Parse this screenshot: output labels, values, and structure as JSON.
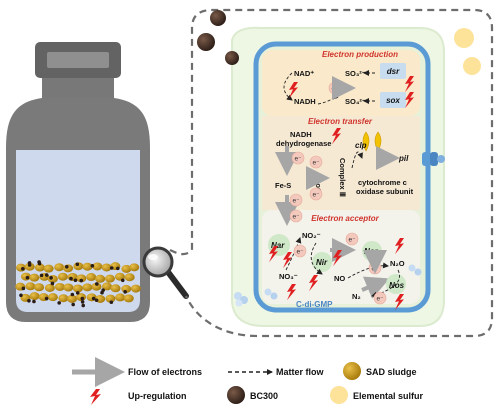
{
  "sections": {
    "production": "Electron production",
    "transfer": "Electron transfer",
    "acceptor": "Electron acceptor"
  },
  "production": {
    "nad_plus": "NAD⁺",
    "nadh": "NADH",
    "so3": "SO₃²⁻",
    "so4": "SO₄²⁻",
    "dsr": "dsr",
    "sox": "sox",
    "electron": "e⁻"
  },
  "transfer": {
    "nadh_dehydrogenase": [
      "NADH",
      "dehydrogenase"
    ],
    "fes": "Fe-S",
    "coq": "CoQ",
    "complex3": "Complex Ⅲ",
    "clp": "clp",
    "pil": "pil",
    "cytochrome": [
      "cytochrome c",
      "oxidase subunit"
    ],
    "electron": "e⁻"
  },
  "acceptor": {
    "nar": "Nar",
    "nir": "Nir",
    "nor": "Nor",
    "nos": "Nos",
    "no3": "NO₃⁻",
    "no2": "NO₂⁻",
    "no": "NO",
    "n2o": "N₂O",
    "n2": "N₂",
    "electron": "e⁻"
  },
  "signal": "C-di-GMP",
  "legend": {
    "flow_electrons": "Flow of electrons",
    "matter_flow": "Matter flow",
    "sad_sludge": "SAD sludge",
    "upregulation": "Up-regulation",
    "bc300": "BC300",
    "elemental_sulfur": "Elemental sulfur"
  },
  "colors": {
    "arrow_gray": "#a6a6a6",
    "upregulation_red": "#e02020",
    "cell_border": "#5b9bd5",
    "section_title": "#d0342c",
    "sludge": "#c8960c",
    "bc300": "#3b2a22",
    "sulfur": "#fde39a"
  }
}
